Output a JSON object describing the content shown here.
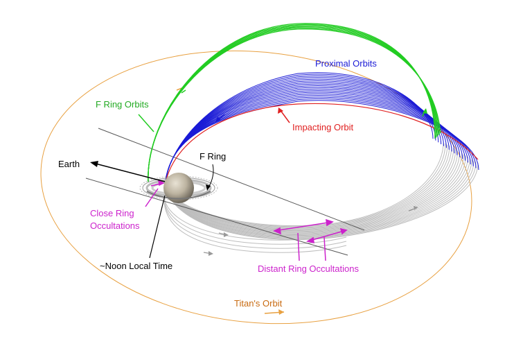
{
  "labels": {
    "proximal_orbits": "Proximal Orbits",
    "f_ring_orbits": "F Ring Orbits",
    "impacting_orbit": "Impacting Orbit",
    "f_ring": "F Ring",
    "earth": "Earth",
    "close_ring_occultations_line1": "Close Ring",
    "close_ring_occultations_line2": "Occultations",
    "noon_local_time": "~Noon Local Time",
    "distant_ring_occultations": "Distant Ring Occultations",
    "titans_orbit": "Titan's Orbit"
  },
  "colors": {
    "proximal_orbits": "#1a1ad6",
    "f_ring_orbits": "#22cc22",
    "impacting_orbit": "#e02020",
    "occultations": "#cc22cc",
    "titans_orbit": "#e8a040",
    "titans_orbit_label": "#c86a10",
    "gray_orbits": "#b8b8b8",
    "text": "#000000"
  }
}
